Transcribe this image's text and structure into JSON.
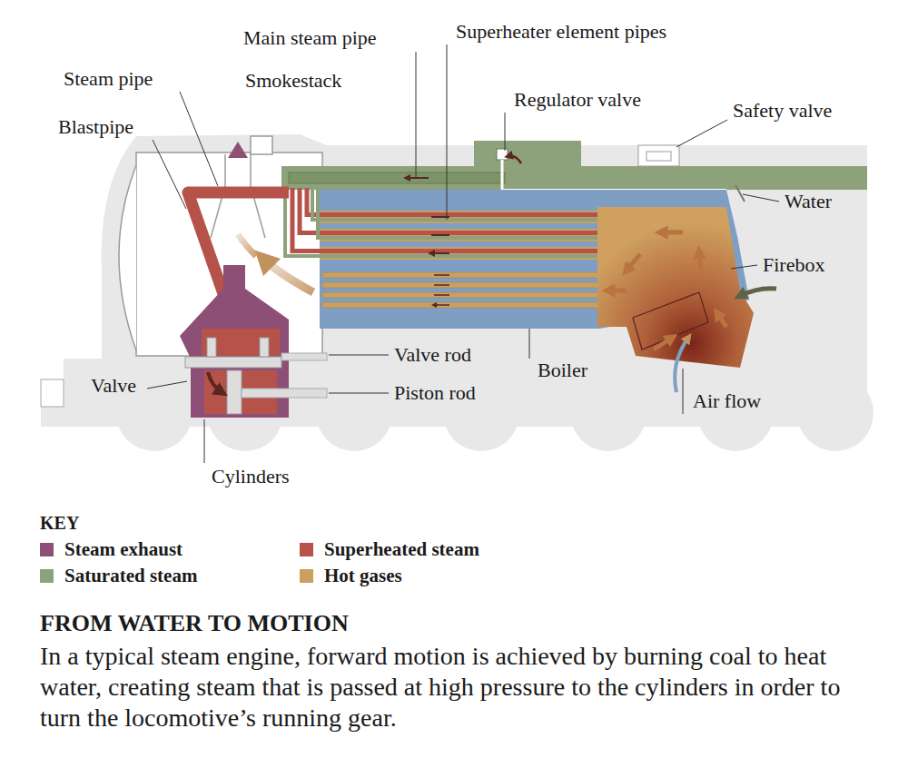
{
  "diagram": {
    "title": "FROM WATER TO MOTION",
    "caption": "In a typical steam engine, forward motion is achieved by burning coal to heat water, creating steam that is passed at high pressure to the cylinders in order to turn the locomotive’s running gear.",
    "labels": [
      "Main steam pipe",
      "Superheater element pipes",
      "Steam pipe",
      "Smokestack",
      "Regulator valve",
      "Safety valve",
      "Blastpipe",
      "Water",
      "Firebox",
      "Valve rod",
      "Boiler",
      "Valve",
      "Piston rod",
      "Air flow",
      "Cylinders",
      "KEY"
    ],
    "legend": [
      {
        "text": "Steam exhaust",
        "color": "#8e4f77"
      },
      {
        "text": "Superheated steam",
        "color": "#b5534a"
      },
      {
        "text": "Saturated steam",
        "color": "#8da27a"
      },
      {
        "text": "Hot gases",
        "color": "#c9a060"
      }
    ]
  }
}
